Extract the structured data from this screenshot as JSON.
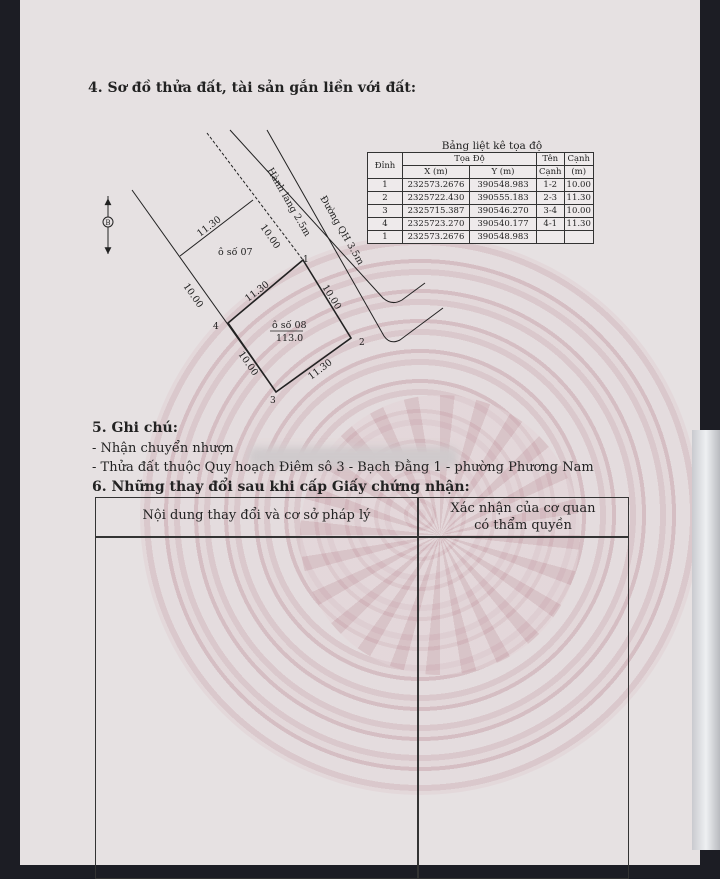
{
  "section4": {
    "title": "4. Sơ đồ thửa đất, tài sản gắn liền với đất:"
  },
  "diagram": {
    "north_label": "B",
    "corridor": "Hành lang 2.5m",
    "road": "Đường QH 3.5m",
    "lot07": "ô số 07",
    "lot08": "ô số 08",
    "lot08_area": "113.0",
    "vertices": [
      "1",
      "2",
      "3",
      "4"
    ],
    "edges": {
      "e12": "10.00",
      "e23": "11.30",
      "e34": "10.00",
      "e41": "11.30",
      "lot07_width": "11.30",
      "lot07_depth": "10.00",
      "left_side": "10.00"
    }
  },
  "coord_table": {
    "caption": "Bảng liệt kê tọa độ",
    "headers": {
      "vertex": "Đỉnh",
      "coords": "Tọa Độ",
      "x": "X (m)",
      "y": "Y (m)",
      "edge_name_1": "Tên",
      "edge_name_2": "Cạnh",
      "edge_len_1": "Cạnh",
      "edge_len_2": "(m)"
    },
    "rows": [
      {
        "v": "1",
        "x": "232573.2676",
        "y": "390548.983"
      },
      {
        "v": "2",
        "x": "2325722.430",
        "y": "390555.183"
      },
      {
        "v": "3",
        "x": "2325715.387",
        "y": "390546.270"
      },
      {
        "v": "4",
        "x": "2325723.270",
        "y": "390540.177"
      },
      {
        "v": "1",
        "x": "232573.2676",
        "y": "390548.983"
      }
    ],
    "edges": [
      {
        "name": "1-2",
        "len": "10.00"
      },
      {
        "name": "2-3",
        "len": "11.30"
      },
      {
        "name": "3-4",
        "len": "10.00"
      },
      {
        "name": "4-1",
        "len": "11.30"
      }
    ]
  },
  "section5": {
    "title": "5. Ghi chú:",
    "notes": [
      "- Nhận chuyển nhượn",
      "- Thửa đất thuộc Quy hoạch Điêm sô 3 - Bạch Đằng 1 - phường Phương Nam"
    ]
  },
  "section6": {
    "title": "6. Những thay đổi sau khi cấp Giấy chứng nhận:",
    "col1": "Nội dung thay đổi và cơ sở pháp lý",
    "col2_line1": "Xác nhận của cơ quan",
    "col2_line2": "có thẩm quyền"
  }
}
